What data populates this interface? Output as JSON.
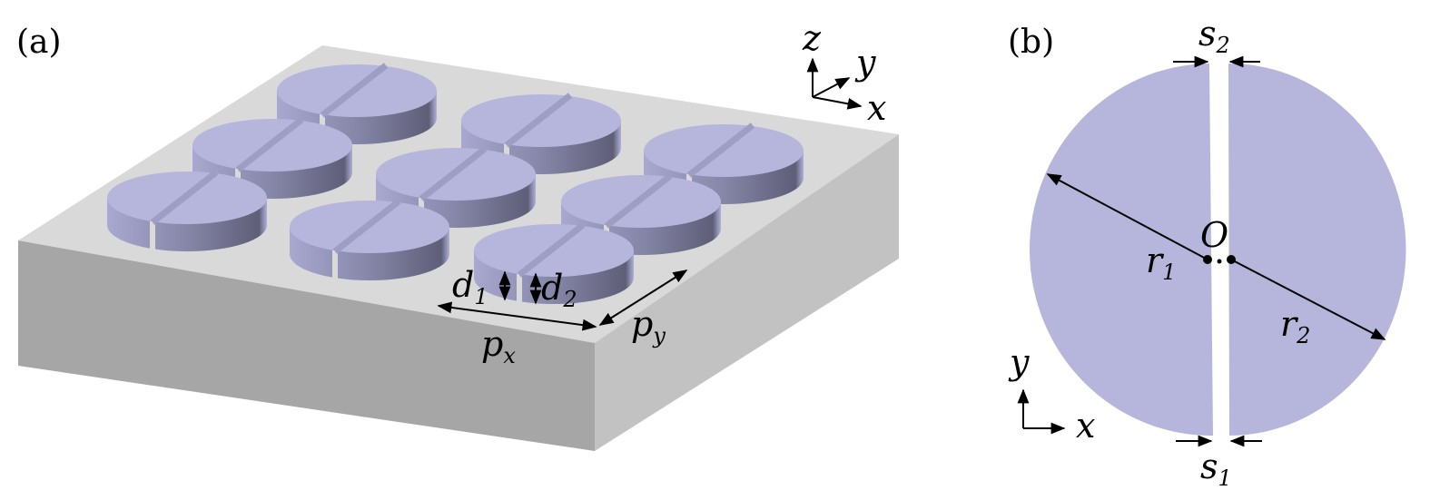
{
  "panel_a": {
    "label": "(a)",
    "axes": {
      "z": "z",
      "y": "y",
      "x": "x"
    },
    "d1": {
      "main": "d",
      "sub": "1"
    },
    "d2": {
      "main": "d",
      "sub": "2"
    },
    "px": {
      "main": "p",
      "sub": "x"
    },
    "py": {
      "main": "p",
      "sub": "y"
    }
  },
  "panel_b": {
    "label": "(b)",
    "origin": "O",
    "r1": {
      "main": "r",
      "sub": "1"
    },
    "r2": {
      "main": "r",
      "sub": "2"
    },
    "s1": {
      "main": "s",
      "sub": "1"
    },
    "s2": {
      "main": "s",
      "sub": "2"
    },
    "axes": {
      "y": "y",
      "x": "x"
    }
  },
  "colors": {
    "disk_top": "#b6b6dc",
    "slab_top": "#d9d9d9",
    "slab_front": "#a6a6a6",
    "slab_right": "#c2c2c2"
  }
}
